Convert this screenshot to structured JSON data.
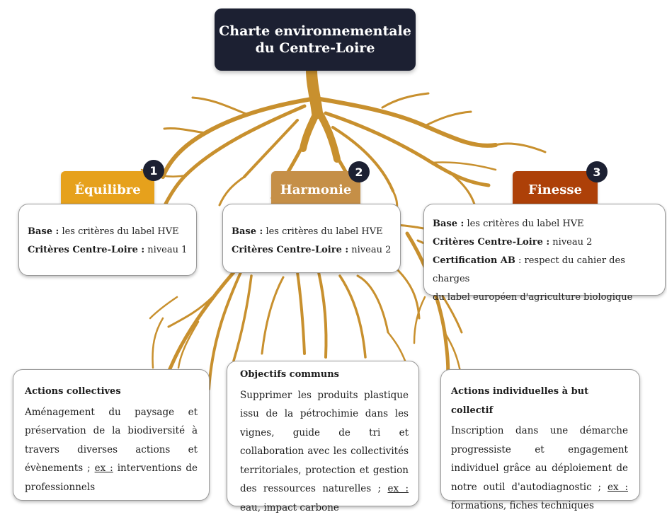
{
  "title": {
    "line1": "Charte environnementale",
    "line2": "du Centre-Loire"
  },
  "levels": [
    {
      "number": "1",
      "label": "Équilibre",
      "color": "#e6a11c",
      "details": [
        {
          "bold": "Base :",
          "text": " les critères du label HVE"
        },
        {
          "bold": "Critères Centre-Loire :",
          "text": " niveau 1"
        }
      ]
    },
    {
      "number": "2",
      "label": "Harmonie",
      "color": "#c58f47",
      "details": [
        {
          "bold": "Base :",
          "text": " les critères du label HVE"
        },
        {
          "bold": "Critères Centre-Loire :",
          "text": " niveau 2"
        }
      ]
    },
    {
      "number": "3",
      "label": "Finesse",
      "color": "#ad4008",
      "details": [
        {
          "bold": "Base :",
          "text": " les critères du label HVE"
        },
        {
          "bold": "Critères Centre-Loire :",
          "text": " niveau 2"
        },
        {
          "bold": "Certification AB",
          "text": " : respect du cahier des charges"
        },
        {
          "bold": "",
          "text": "du label européen d'agriculture biologique"
        }
      ]
    }
  ],
  "actions": [
    {
      "heading": "Actions collectives",
      "body_before": "Aménagement du paysage et préservation de la biodiversité à travers diverses actions et évènements ; ",
      "example": "ex :",
      "body_after": " interventions de professionnels"
    },
    {
      "heading": "Objectifs communs",
      "body_before": "Supprimer les produits plastique issu de la pétrochimie dans les vignes, guide de tri et collaboration avec les collectivités territoriales, protection et gestion des ressources naturelles ; ",
      "example": "ex :",
      "body_after": " eau, impact carbone"
    },
    {
      "heading": "Actions individuelles à but collectif",
      "body_before": "Inscription dans une démarche progressiste et engagement individuel grâce au déploiement de notre outil d'autodiagnostic ; ",
      "example": "ex :",
      "body_after": " formations, fiches techniques"
    }
  ],
  "colors": {
    "roots": "#c8902e",
    "dark": "#1c2032"
  }
}
